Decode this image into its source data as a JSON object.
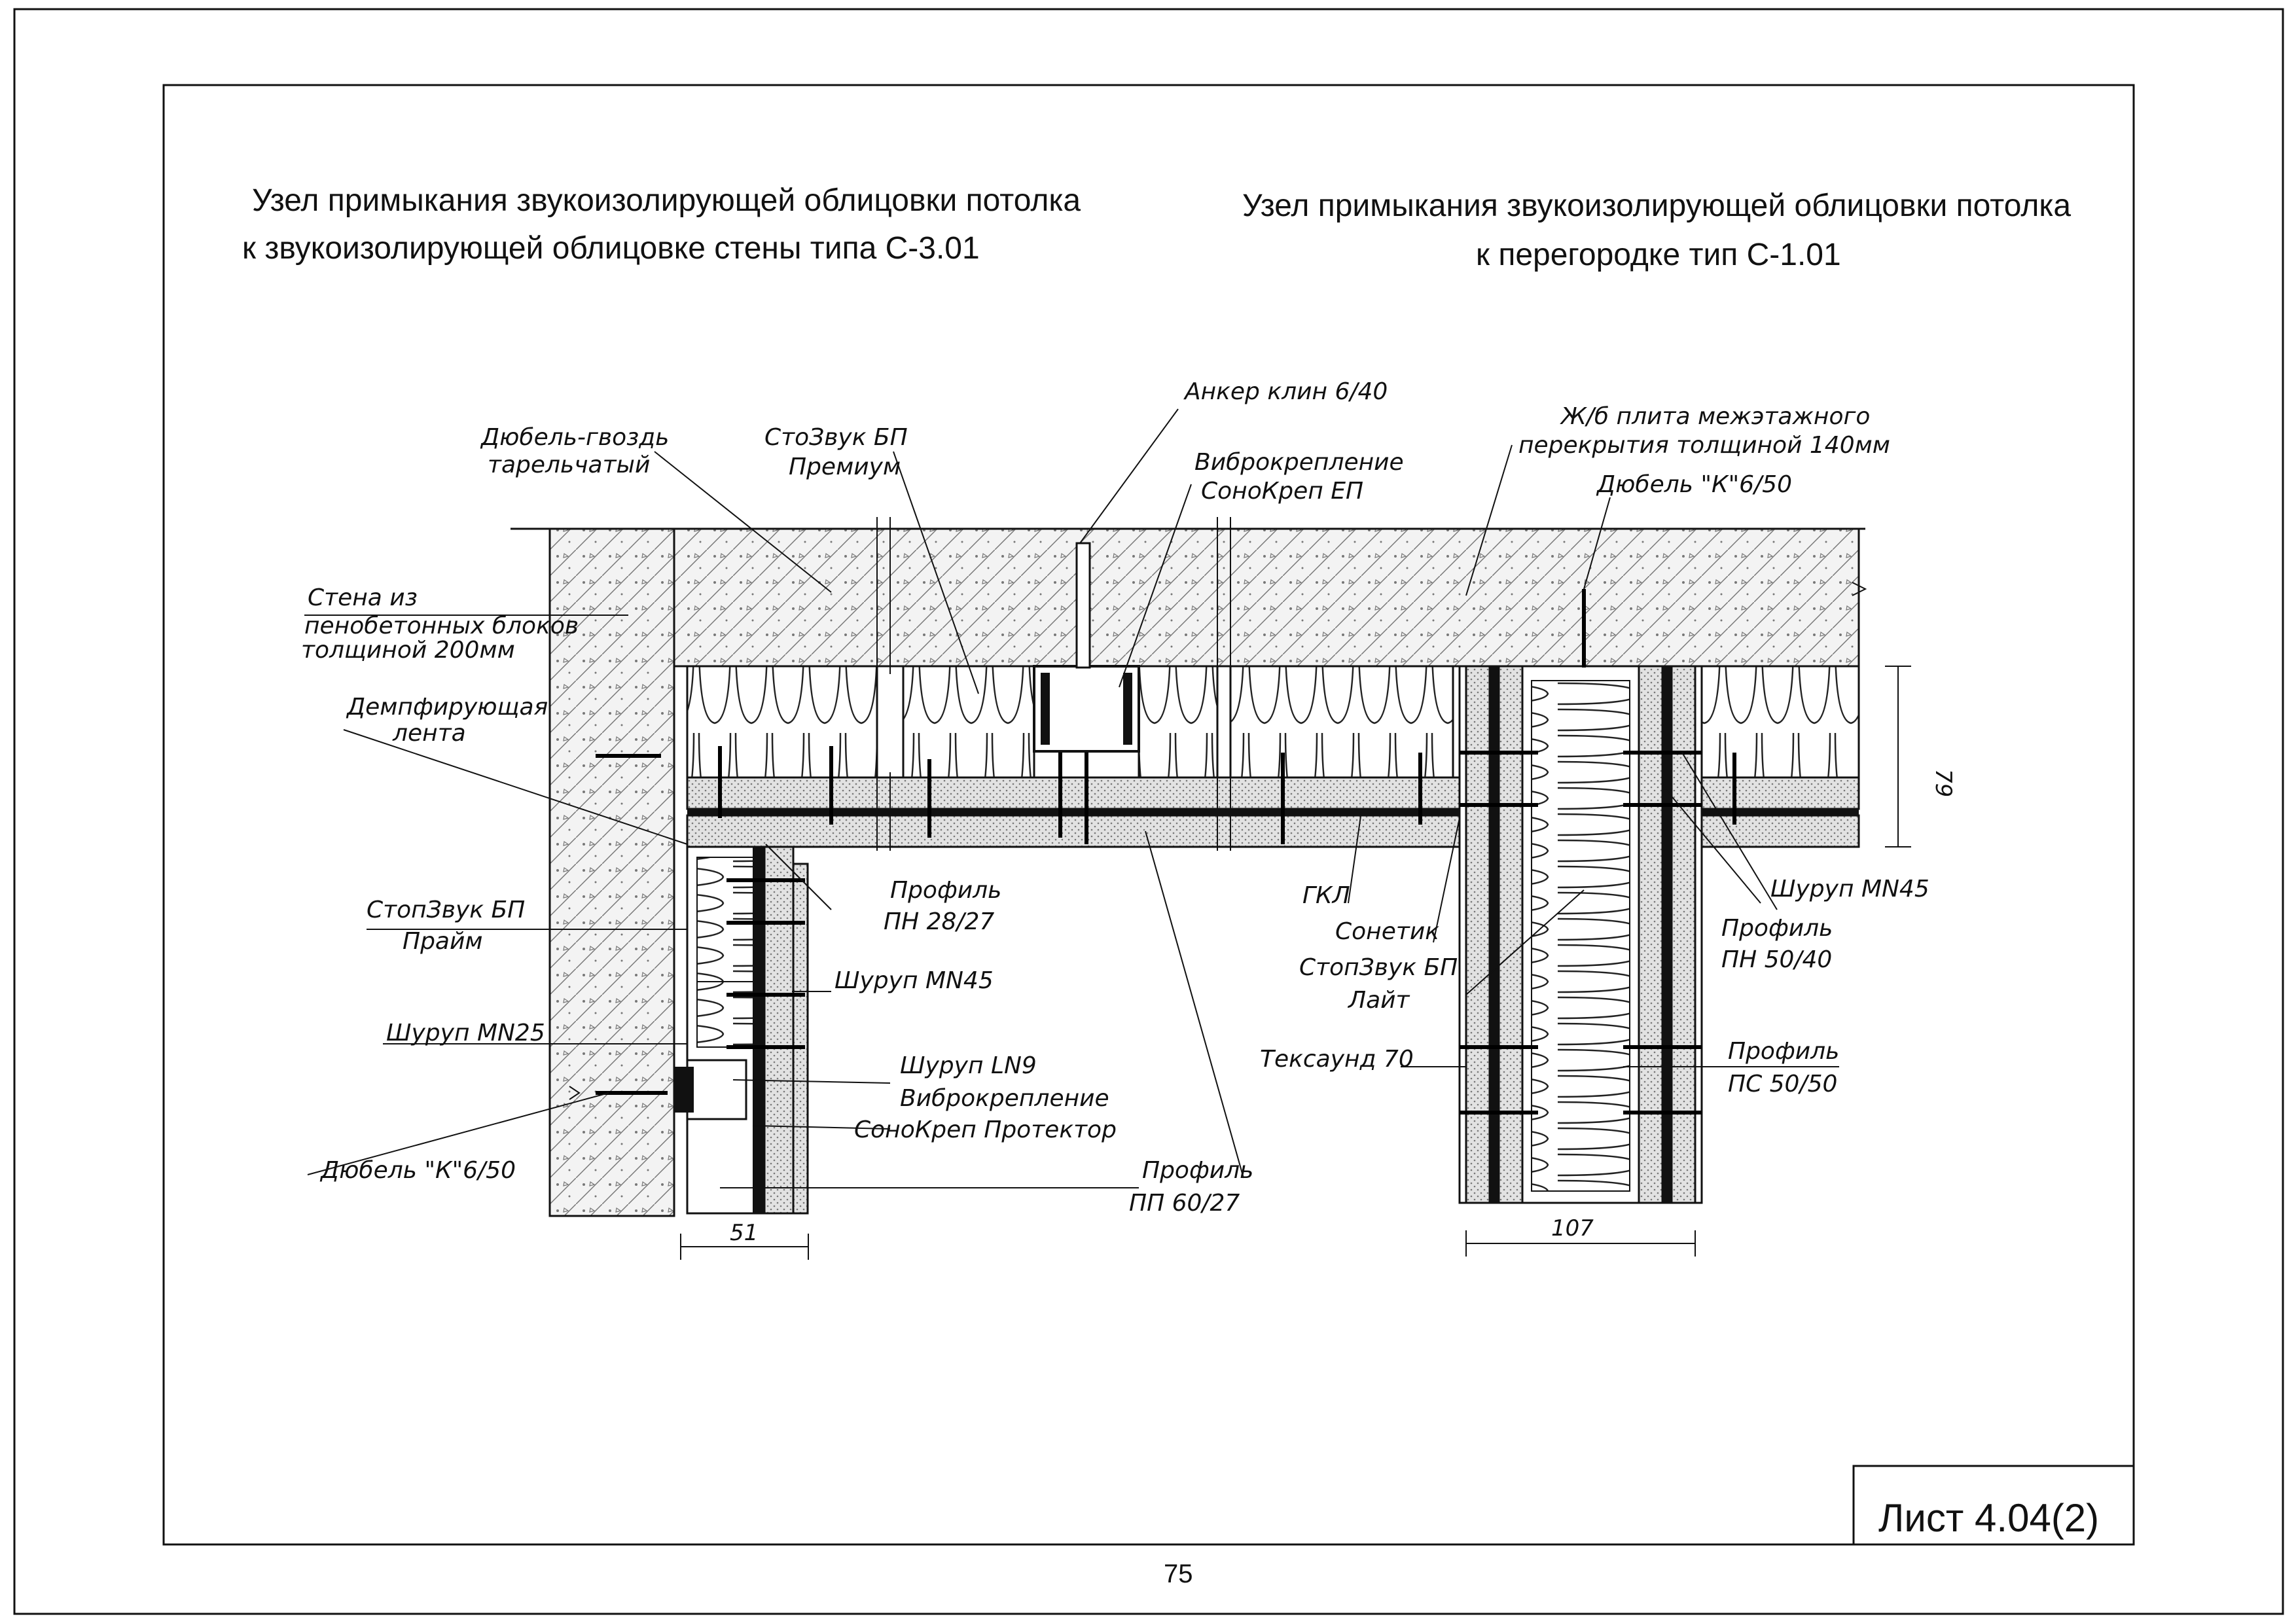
{
  "titles": {
    "left_line1": "Узел примыкания звукоизолирующей облицовки потолка",
    "left_line2": "к звукоизолирующей облицовке стены типа С-3.01",
    "right_line1": "Узел примыкания звукоизолирующей облицовки потолка",
    "right_line2": "к перегородке тип С-1.01"
  },
  "labels": {
    "dubel_gvozd_1": "Дюбель-гвоздь",
    "dubel_gvozd_2": "тарельчатый",
    "stopzvuk_premium_1": "СтоЗвук БП",
    "stopzvuk_premium_2": "Премиум",
    "anker": "Анкер клин 6/40",
    "vibro_ep_1": "Виброкрепление",
    "vibro_ep_2": "СоноКреп ЕП",
    "plita_1": "Ж/б плита межэтажного",
    "plita_2": "перекрытия толщиной 140мм",
    "dubel_k_top": "Дюбель \"К\"6/50",
    "stena_1": "Стена из",
    "stena_2": "пенобетонных блоков",
    "stena_3": "толщиной 200мм",
    "lenta_1": "Демпфирующая",
    "lenta_2": "лента",
    "stopzvuk_praim_1": "СтопЗвук БП",
    "stopzvuk_praim_2": "Прайм",
    "shurup_mn25": "Шуруп MN25",
    "dubel_k_bottom": "Дюбель \"К\"6/50",
    "profil_pn2827_1": "Профиль",
    "profil_pn2827_2": "ПН 28/27",
    "shurup_mn45_left": "Шуруп MN45",
    "shurup_ln9": "Шуруп LN9",
    "vibro_prot_1": "Виброкрепление",
    "vibro_prot_2": "СоноКреп Протектор",
    "profil_pp_1": "Профиль",
    "profil_pp_2": "ПП 60/27",
    "gkl": "ГКЛ",
    "sonetik": "Сонетик",
    "stopzvuk_lait_1": "СтопЗвук БП",
    "stopzvuk_lait_2": "Лайт",
    "teksaund": "Тексаунд 70",
    "shurup_mn45_right": "Шуруп MN45",
    "profil_pn5040_1": "Профиль",
    "profil_pn5040_2": "ПН 50/40",
    "profil_ps_1": "Профиль",
    "profil_ps_2": "ПС 50/50"
  },
  "dimensions": {
    "d51": "51",
    "d107": "107",
    "d79": "79"
  },
  "sheet": {
    "number": "Лист 4.04(2)",
    "page": "75"
  }
}
